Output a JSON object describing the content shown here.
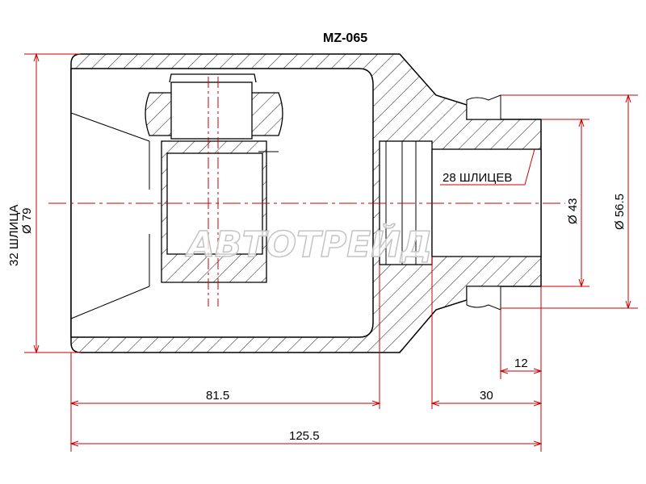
{
  "title": "MZ-065",
  "watermark": "АВТОТРЕЙД",
  "labels": {
    "outer_splines": "32 ШЛИЦА",
    "outer_diameter": "Ø 79",
    "inner_splines": "28 ШЛИЦЕВ",
    "diameter_43": "Ø 43",
    "diameter_56_5": "Ø 56.5",
    "length_12": "12",
    "length_30": "30",
    "length_81_5": "81.5",
    "length_125_5": "125.5"
  },
  "colors": {
    "line": "#000000",
    "dimension": "#cc0000"
  }
}
